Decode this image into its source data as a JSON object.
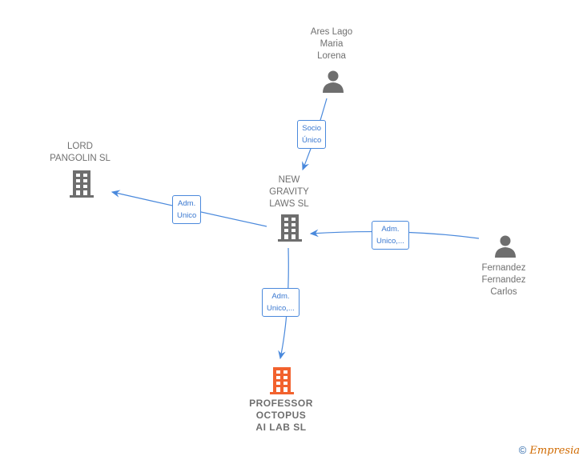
{
  "nodes": {
    "ares": {
      "label": "Ares Lago\nMaria\nLorena",
      "type": "person"
    },
    "lord": {
      "label": "LORD\nPANGOLIN  SL",
      "type": "company"
    },
    "newgravity": {
      "label": "NEW\nGRAVITY\nLAWS  SL",
      "type": "company"
    },
    "fernandez": {
      "label": "Fernandez\nFernandez\nCarlos",
      "type": "person"
    },
    "professor": {
      "label": "PROFESSOR\nOCTOPUS\nAI LAB  SL",
      "type": "company-main"
    }
  },
  "edges": {
    "ares_to_newgravity": {
      "label": "Socio\nÚnico"
    },
    "newgravity_to_lord": {
      "label": "Adm.\nUnico"
    },
    "fernandez_to_newgravity": {
      "label": "Adm.\nUnico,..."
    },
    "newgravity_to_professor": {
      "label": "Adm.\nUnico,..."
    }
  },
  "colors": {
    "edge": "#4a89dc",
    "company_icon": "#6e6e6e",
    "main_icon": "#f2622e",
    "person_icon": "#6e6e6e"
  },
  "footer": {
    "copyright": "©",
    "brand": "Empresia"
  }
}
